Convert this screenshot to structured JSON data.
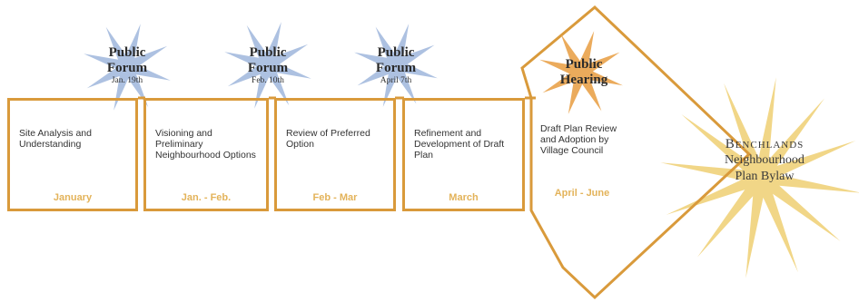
{
  "colors": {
    "stage_border": "#d99a3b",
    "period_text": "#e3b35a",
    "forum_burst": "#9fb6dc",
    "hearing_burst": "#e9a24a",
    "final_burst": "#efd27a"
  },
  "stages": [
    {
      "desc": "Site Analysis and Understanding",
      "period": "January"
    },
    {
      "desc": "Visioning and Preliminary Neighbourhood Options",
      "period": "Jan. - Feb."
    },
    {
      "desc": "Review of Preferred Option",
      "period": "Feb - Mar"
    },
    {
      "desc": "Refinement and Development of Draft Plan",
      "period": "March"
    },
    {
      "desc": "Draft Plan Review and Adoption by Village Council",
      "period": "April - June"
    }
  ],
  "events": [
    {
      "line1": "Public",
      "line2": "Forum",
      "date": "Jan. 19th"
    },
    {
      "line1": "Public",
      "line2": "Forum",
      "date": "Feb. 10th"
    },
    {
      "line1": "Public",
      "line2": "Forum",
      "date": "April 7th"
    },
    {
      "line1": "Public",
      "line2": "Hearing",
      "date": ""
    }
  ],
  "final": {
    "line1": "Benchlands",
    "line2": "Neighbourhood",
    "line3": "Plan Bylaw"
  }
}
